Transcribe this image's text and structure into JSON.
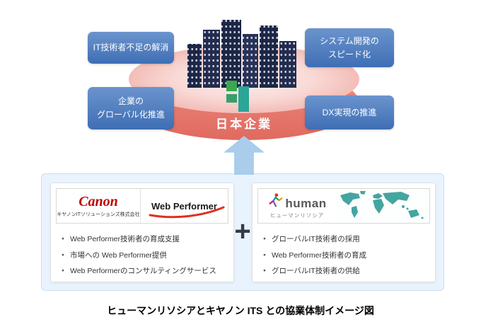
{
  "colors": {
    "benefit-blue-top": "#6b94cd",
    "benefit-blue-bottom": "#3f6eb4",
    "arrow-blue": "#a9cdeb",
    "panel-bg": "#e9f3fd",
    "panel-border": "#cbdff3",
    "canon-red": "#bf0000",
    "plus-dark": "#333b48"
  },
  "diagram": {
    "center_label": "日本企業",
    "benefit_boxes": [
      {
        "position": "top-left",
        "lines": [
          "IT技術者不足の解消"
        ]
      },
      {
        "position": "top-right",
        "lines": [
          "システム開発の",
          "スピード化"
        ]
      },
      {
        "position": "bottom-left",
        "lines": [
          "企業の",
          "グローバル化推進"
        ]
      },
      {
        "position": "bottom-right",
        "lines": [
          "DX実現の推進"
        ]
      }
    ]
  },
  "partnership": {
    "plus_sign": "+",
    "canon": {
      "logo_text": "Canon",
      "company_name": "キヤノンITソリューションズ株式会社",
      "product_logo": "Web Performer",
      "bullets": [
        "Web Performer技術者の育成支援",
        "市場への Web Performer提供",
        "Web Performerのコンサルティングサービス"
      ]
    },
    "human": {
      "logo_text": "human",
      "company_name": "ヒューマンリソシア",
      "bullets": [
        "グローバルIT技術者の採用",
        "Web Performer技術者の育成",
        "グローバルIT技術者の供給"
      ]
    }
  },
  "caption": "ヒューマンリソシアとキヤノン ITS との協業体制イメージ図"
}
